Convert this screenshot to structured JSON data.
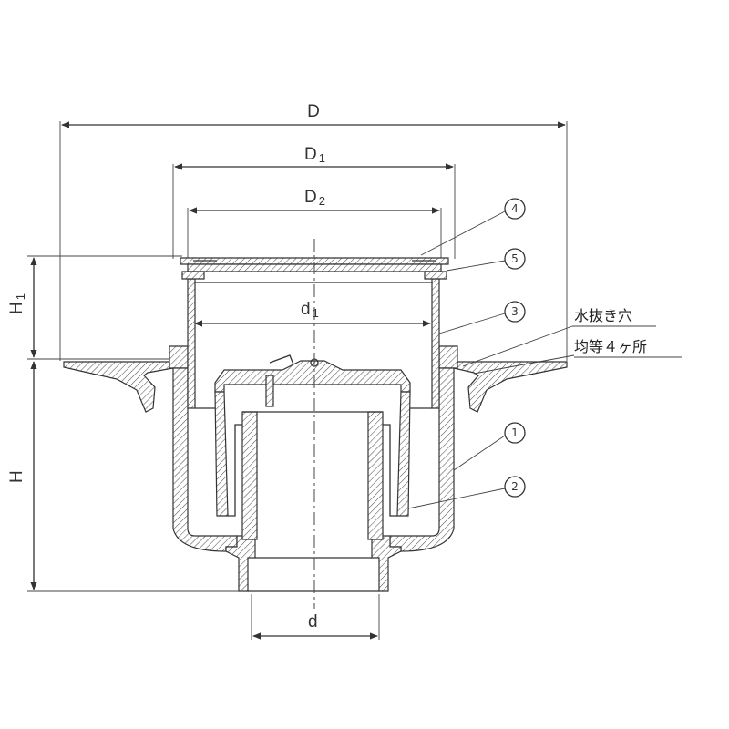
{
  "dimensions": {
    "D": "D",
    "D1_base": "D",
    "D1_sub": "1",
    "D2_base": "D",
    "D2_sub": "2",
    "d1_base": "d",
    "d1_sub": "1",
    "H1_base": "H",
    "H1_sub": "1",
    "H": "H",
    "d": "d"
  },
  "callouts": {
    "c1": "1",
    "c2": "2",
    "c3": "3",
    "c4": "4",
    "c5": "5"
  },
  "note": {
    "line1": "水抜き穴",
    "line2": "均等４ヶ所"
  },
  "colors": {
    "line": "#333333",
    "hatch": "#555555"
  }
}
